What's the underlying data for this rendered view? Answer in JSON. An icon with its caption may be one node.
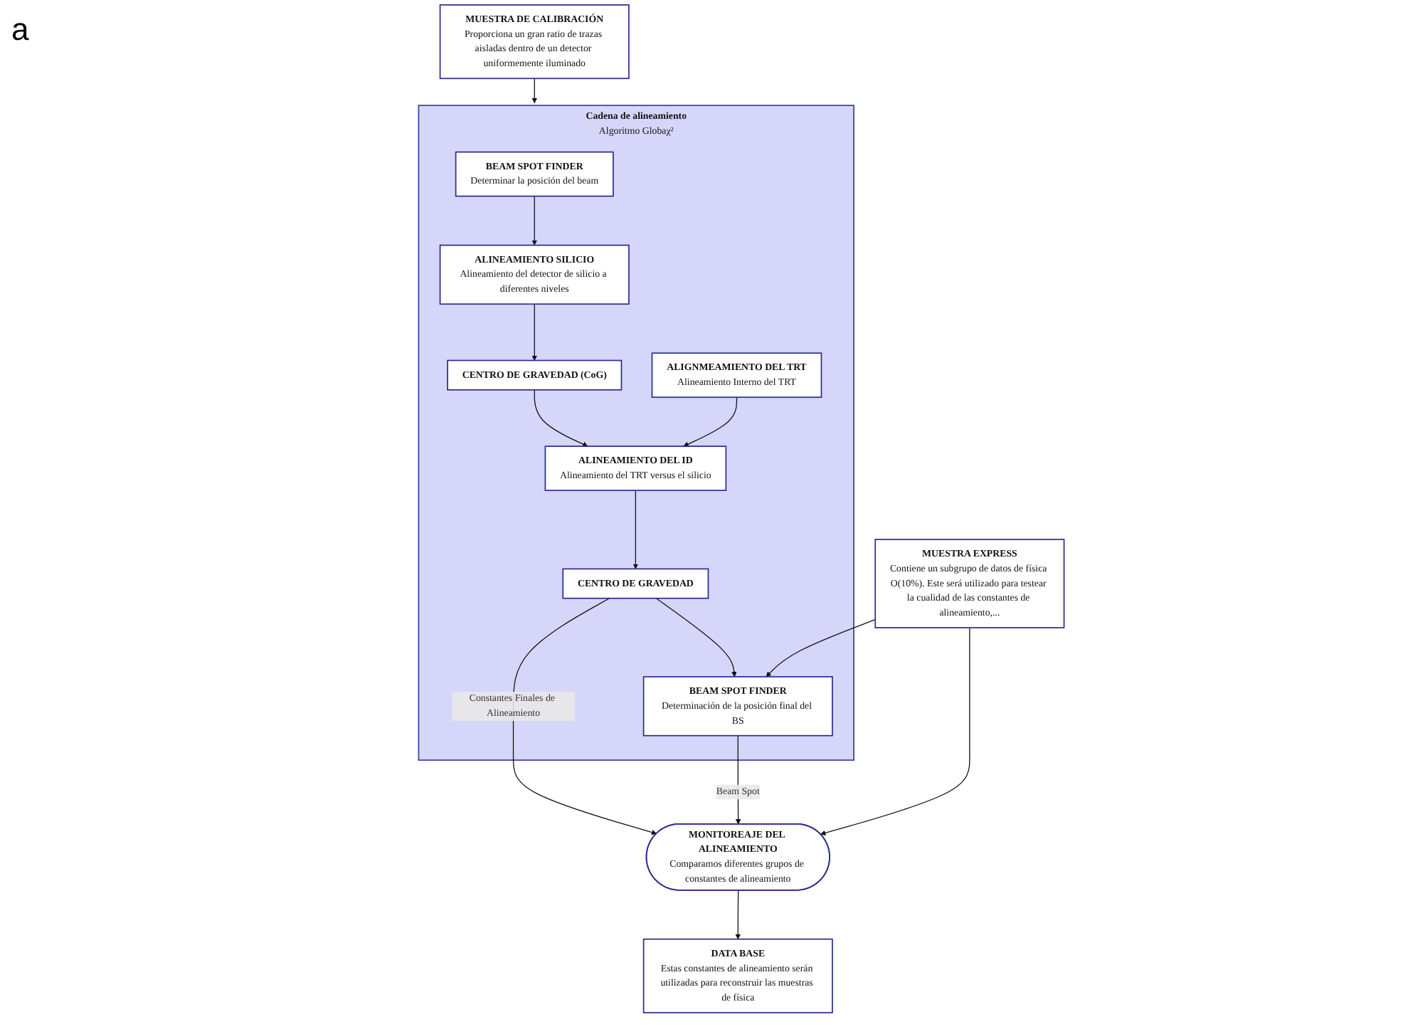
{
  "diagram": {
    "nodes": [
      {
        "text": [
          "MUESTRA DE CALIBRACIÓN",
          "Proporciona un gran ratio de trazas aisladas dentro de un detector uniformemente iluminado"
        ]
      },
      {
        "text": [
          "Cadena de alineamiento",
          "Algoritmo Globaχ²"
        ]
      },
      {
        "text": [
          "BEAM SPOT FINDER",
          "Determinar la posición del beam"
        ],
        "in": 1
      },
      {
        "text": [
          "ALINEAMIENTO SILICIO",
          "Alineamiento del detector de silicio a diferentes niveles"
        ],
        "in": 1
      },
      {
        "text": [
          "CENTRO DE GRAVEDAD (CoG)"
        ],
        "in": 1
      },
      {
        "text": [
          "ALIGNMEAMIENTO DEL TRT",
          "Alineamiento Interno del TRT"
        ],
        "in": 1
      },
      {
        "text": [
          "ALINEAMIENTO DEL ID",
          "Alineamiento del TRT versus el silicio"
        ],
        "in": 1
      },
      {
        "text": [
          "CENTRO DE GRAVEDAD"
        ],
        "in": 1
      },
      {
        "text": [
          "BEAM SPOT FINDER",
          "Determinación de la posición final del BS"
        ],
        "in": 1
      },
      {
        "text": [
          "MUESTRA EXPRESS",
          "Contiene un subgrupo de datos de física O(10%). Este será utilizado para testear la cualidad de las constantes de alineamiento,..."
        ]
      },
      {
        "text": [
          "MONITOREAJE DEL ALINEAMIENTO",
          "Comparamos diferentes grupos de constantes de alineamiento"
        ]
      },
      {
        "text": [
          "DATA BASE",
          "Estas constantes de alineamiento serán utilizadas para reconstruir las muestras de física"
        ]
      }
    ],
    "edges": [
      {
        "from": 0,
        "to": 1,
        "arrow": "to"
      },
      {
        "from": 2,
        "to": 3,
        "arrow": "to"
      },
      {
        "from": 3,
        "to": 4,
        "arrow": "to"
      },
      {
        "from": 4,
        "to": 6,
        "arrow": "to"
      },
      {
        "from": 5,
        "to": 6,
        "arrow": "to"
      },
      {
        "from": 6,
        "to": 7,
        "arrow": "to"
      },
      {
        "from": 7,
        "to": 8,
        "arrow": "to"
      },
      {
        "from": 7,
        "to": 10,
        "arrow": "to",
        "label": "Constantes Finales de Alineamiento"
      },
      {
        "from": 8,
        "to": 10,
        "arrow": "to",
        "label": "Beam Spot"
      },
      {
        "from": 9,
        "to": 8,
        "arrow": "to"
      },
      {
        "from": 9,
        "to": 10,
        "arrow": "to"
      },
      {
        "from": 10,
        "to": 11,
        "arrow": "to"
      }
    ],
    "labels": [
      "a"
    ]
  }
}
